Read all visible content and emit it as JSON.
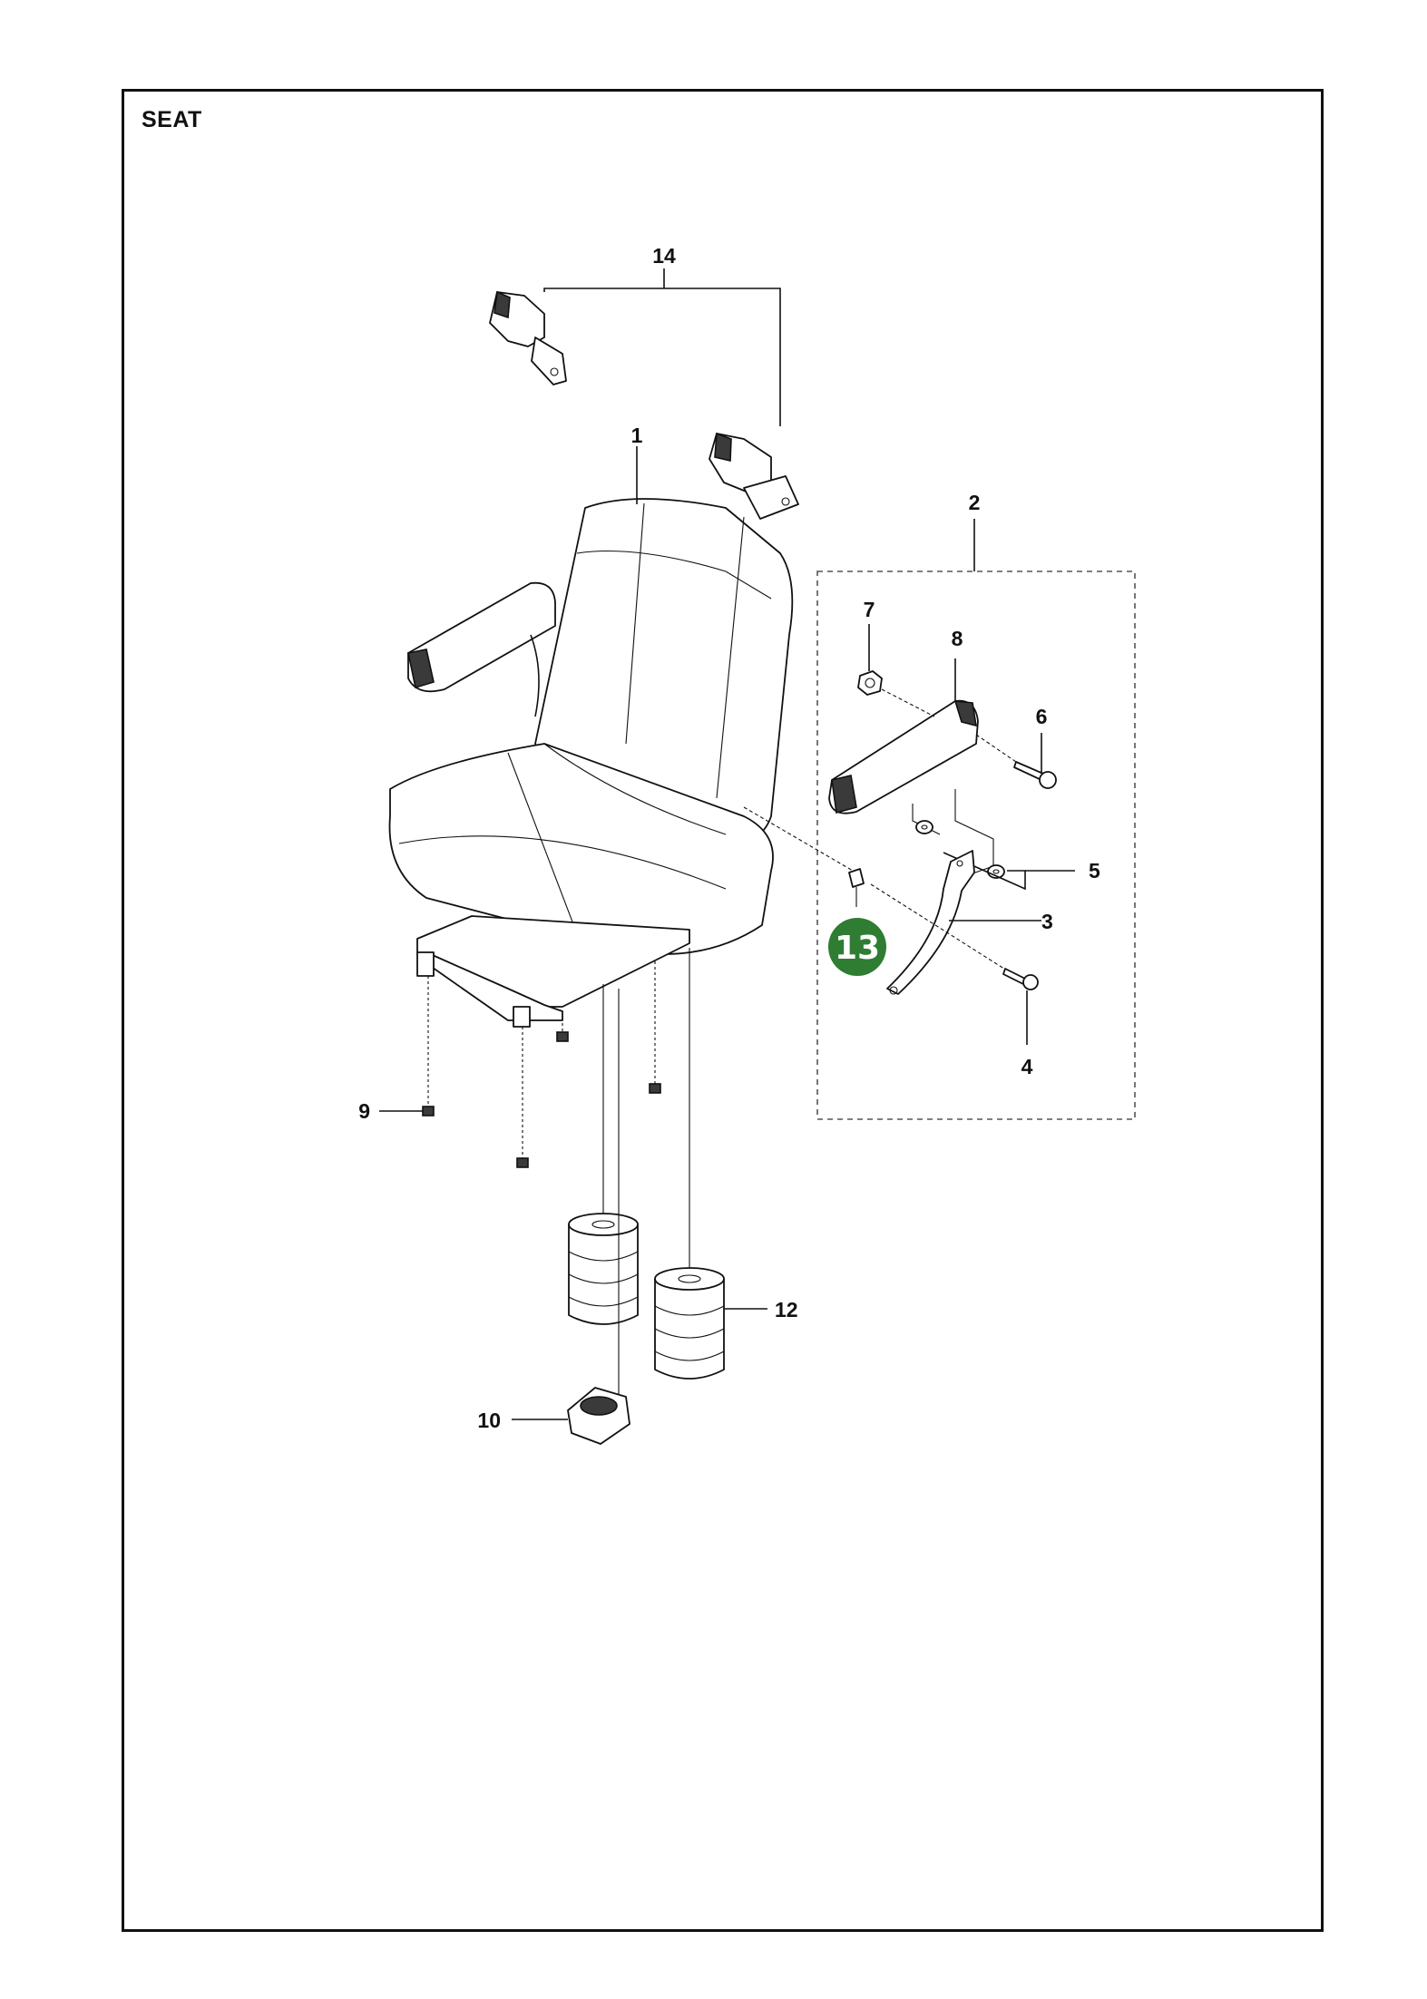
{
  "title": "SEAT",
  "highlight_color": "#2e7d32",
  "callouts": [
    {
      "id": "1",
      "label": "1"
    },
    {
      "id": "2",
      "label": "2"
    },
    {
      "id": "3",
      "label": "3"
    },
    {
      "id": "4",
      "label": "4"
    },
    {
      "id": "5",
      "label": "5"
    },
    {
      "id": "6",
      "label": "6"
    },
    {
      "id": "7",
      "label": "7"
    },
    {
      "id": "8",
      "label": "8"
    },
    {
      "id": "9",
      "label": "9"
    },
    {
      "id": "10",
      "label": "10"
    },
    {
      "id": "12",
      "label": "12"
    },
    {
      "id": "13",
      "label": "13",
      "highlighted": true
    },
    {
      "id": "14",
      "label": "14"
    }
  ]
}
